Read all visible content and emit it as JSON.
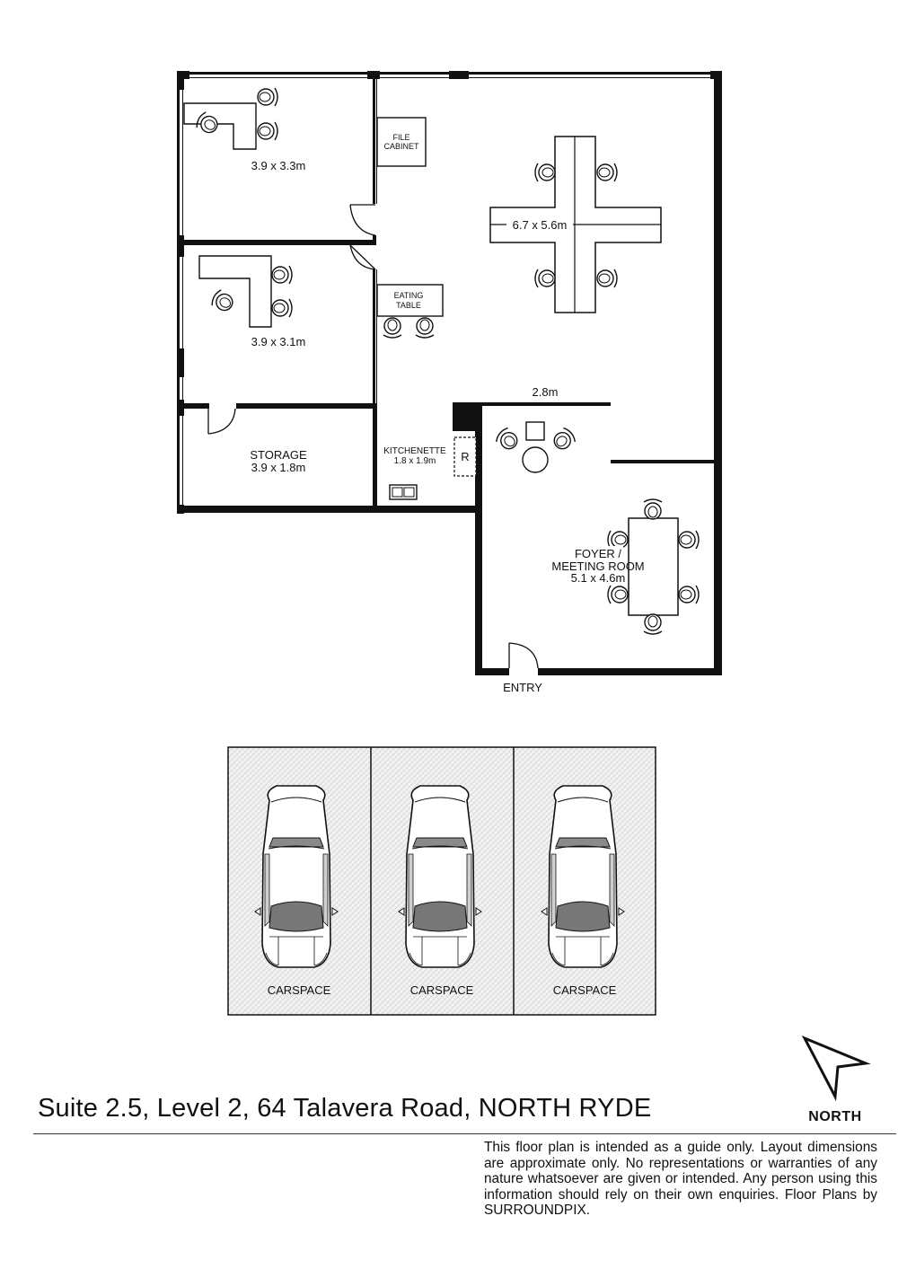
{
  "rooms": {
    "office_1": "3.9 x 3.3m",
    "office_2": "3.9 x 3.1m",
    "storage_title": "STORAGE",
    "storage_size": "3.9 x 1.8m",
    "kitchenette_title": "KITCHENETTE",
    "kitchenette_size": "1.8 x 1.9m",
    "fridge": "R",
    "open_plan": "6.7 x 5.6m",
    "foyer_line1": "FOYER /",
    "foyer_line2": "MEETING ROOM",
    "foyer_size": "5.1 x 4.6m",
    "wall_length": "2.8m",
    "entry": "ENTRY"
  },
  "furniture": {
    "file_cabinet_line1": "FILE",
    "file_cabinet_line2": "CABINET",
    "eating_table_line1": "EATING",
    "eating_table_line2": "TABLE"
  },
  "carspaces": [
    "CARSPACE",
    "CARSPACE",
    "CARSPACE"
  ],
  "compass": {
    "label": "NORTH"
  },
  "footer": {
    "address": "Suite 2.5, Level 2, 64 Talavera Road, NORTH RYDE",
    "disclaimer": "This floor plan is intended as a guide only. Layout dimensions are approximate only. No representations or warranties of any nature whatsoever are given or intended. Any person using this information should rely on their own enquiries. Floor Plans by  SURROUNDPIX."
  }
}
